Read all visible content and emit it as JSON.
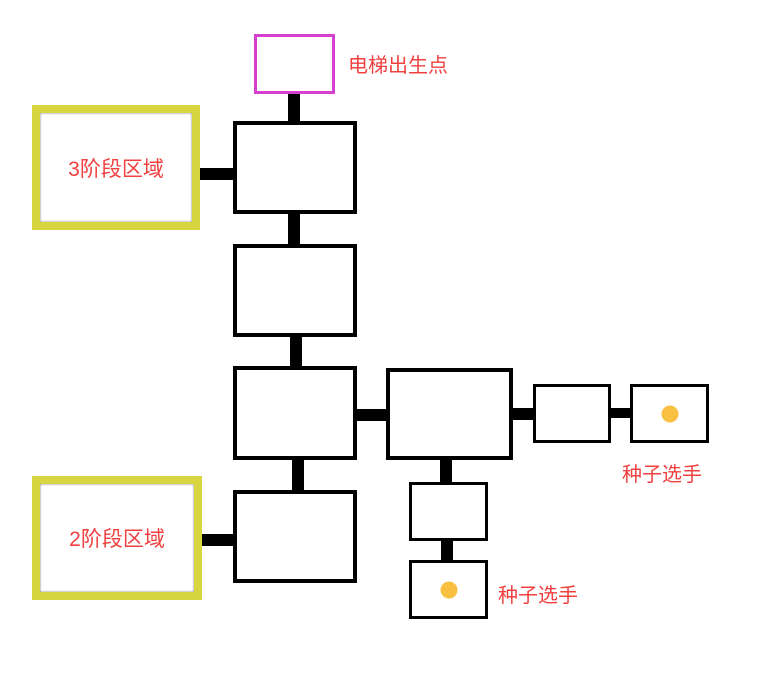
{
  "labels": {
    "spawn": "电梯出生点",
    "stage3": "3阶段区域",
    "stage2": "2阶段区域",
    "seed_right": "种子选手",
    "seed_bottom": "种子选手"
  },
  "colors": {
    "spawn_border": "#d63fcf",
    "stage_border": "#d8d640",
    "label_text": "#f04040",
    "seed_dot": "#f8c040"
  }
}
